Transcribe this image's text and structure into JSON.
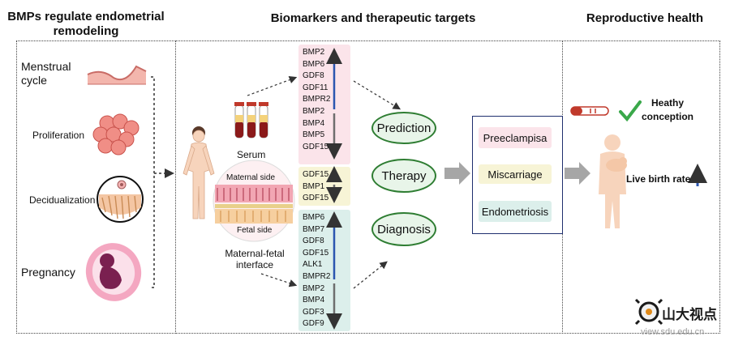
{
  "headers": {
    "left": "BMPs regulate endometrial\nremodeling",
    "middle": "Biomarkers and therapeutic targets",
    "right": "Reproductive health"
  },
  "left_panel": {
    "menstrual": "Menstrual\ncycle",
    "proliferation": "Proliferation",
    "decidualization": "Decidualization",
    "pregnancy": "Pregnancy"
  },
  "middle_panel": {
    "serum": "Serum",
    "maternal_side": "Maternal side",
    "fetal_side": "Fetal side",
    "interface": "Maternal-fetal\ninterface"
  },
  "gene_boxes": {
    "serum_up": [
      "BMP2",
      "BMP6",
      "GDF8",
      "GDF11",
      "BMPR2"
    ],
    "serum_down": [
      "BMP2",
      "BMP4",
      "BMP5",
      "GDF15"
    ],
    "middle_up": [
      "GDF15"
    ],
    "middle_down": [
      "BMP1",
      "GDF15"
    ],
    "interface_up": [
      "BMP6",
      "BMP7",
      "GDF8",
      "GDF15",
      "ALK1",
      "BMPR2"
    ],
    "interface_down": [
      "BMP2",
      "BMP4",
      "GDF3",
      "GDF9"
    ]
  },
  "applications": [
    "Prediction",
    "Therapy",
    "Diagnosis"
  ],
  "diseases": [
    "Preeclampisa",
    "Miscarriage",
    "Endometriosis"
  ],
  "right_panel": {
    "healthy": "Heathy\nconception",
    "live_birth": "Live birth rate"
  },
  "watermark": {
    "text": "山大视点",
    "url": "view.sdu.edu.cn"
  },
  "colors": {
    "pink_box": "#fbe4ea",
    "yellow_box": "#f7f4d6",
    "teal_box": "#dcefeb",
    "up_arrow": "#2b56b0",
    "down_arrow": "#6e6e6e",
    "oval_border": "#2e7d32",
    "gray_arrow": "#a6a6a6"
  }
}
